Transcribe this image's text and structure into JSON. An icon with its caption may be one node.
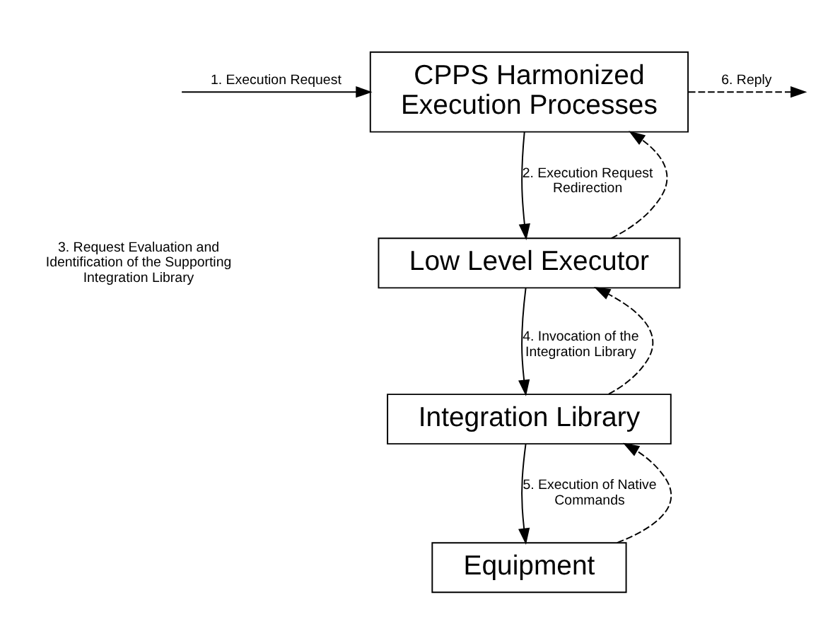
{
  "diagram": {
    "nodes": [
      {
        "text": [
          "CPPS Harmonized Execution Processes"
        ]
      },
      {
        "text": [
          "Low Level Executor"
        ]
      },
      {
        "text": [
          "Integration Library"
        ]
      },
      {
        "text": [
          "Equipment"
        ]
      }
    ],
    "edges": [
      {
        "from": null,
        "to": 0,
        "arrow": "to",
        "label": "1. Execution Request"
      },
      {
        "from": 0,
        "to": null,
        "arrow": "to",
        "label": "6. Reply",
        "style": "dashed"
      },
      {
        "from": 0,
        "to": 1,
        "arrow": "to",
        "label": "2. Execution Request Redirection"
      },
      {
        "from": 1,
        "to": 0,
        "arrow": "to",
        "style": "dashed"
      },
      {
        "from": 1,
        "to": 2,
        "arrow": "to",
        "label": "4. Invocation of the Integration Library"
      },
      {
        "from": 2,
        "to": 1,
        "arrow": "to",
        "style": "dashed"
      },
      {
        "from": 2,
        "to": 3,
        "arrow": "to",
        "label": "5. Execution of Native Commands"
      },
      {
        "from": 3,
        "to": 2,
        "arrow": "to",
        "style": "dashed"
      }
    ],
    "labels": [
      "3. Request Evaluation and Identification of the Supporting Integration Library"
    ]
  }
}
